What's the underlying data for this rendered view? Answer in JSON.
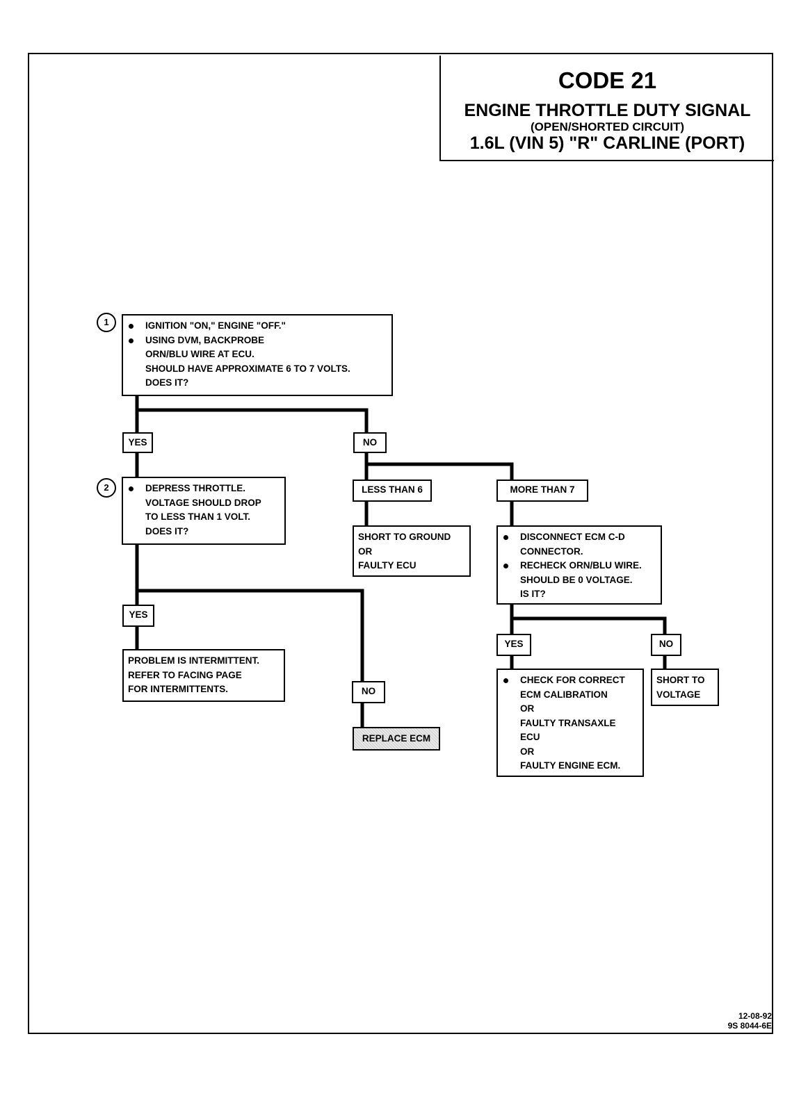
{
  "title": {
    "code": "CODE 21",
    "line1": "ENGINE THROTTLE DUTY SIGNAL",
    "line2": "(OPEN/SHORTED CIRCUIT)",
    "line3": "1.6L  (VIN 5)  \"R\"  CARLINE  (PORT)"
  },
  "steps": {
    "step1": "1",
    "step2": "2"
  },
  "boxes": {
    "step1_box": [
      "IGNITION \"ON,\" ENGINE \"OFF.\"",
      "USING DVM, BACKPROBE",
      "ORN/BLU WIRE AT ECU.",
      "SHOULD HAVE APPROXIMATE 6 TO 7 VOLTS.",
      "DOES IT?"
    ],
    "step2_box": [
      "DEPRESS THROTTLE.",
      "VOLTAGE SHOULD DROP",
      "TO LESS THAN 1 VOLT.",
      "DOES IT?"
    ],
    "short_ground": [
      "SHORT TO GROUND",
      "OR",
      "FAULTY ECU"
    ],
    "disconnect_box": [
      "DISCONNECT ECM C-D",
      "CONNECTOR.",
      "RECHECK ORN/BLU WIRE.",
      "SHOULD BE 0 VOLTAGE.",
      "IS IT?"
    ],
    "intermittent": [
      "PROBLEM IS INTERMITTENT.",
      "REFER TO FACING PAGE",
      "FOR INTERMITTENTS."
    ],
    "check_box": [
      "CHECK FOR CORRECT",
      "ECM CALIBRATION",
      "OR",
      "FAULTY TRANSAXLE",
      "ECU",
      "OR",
      "FAULTY ENGINE ECM."
    ],
    "short_voltage": [
      "SHORT TO",
      "VOLTAGE"
    ]
  },
  "labels": {
    "yes1": "YES",
    "no1": "NO",
    "less_than_6": "LESS THAN 6",
    "more_than_7": "MORE THAN 7",
    "yes2": "YES",
    "no2": "NO",
    "replace_ecm": "REPLACE ECM",
    "yes3": "YES",
    "no3": "NO"
  },
  "footer": {
    "date": "12-08-92",
    "doc": "9S 8044-6E"
  }
}
